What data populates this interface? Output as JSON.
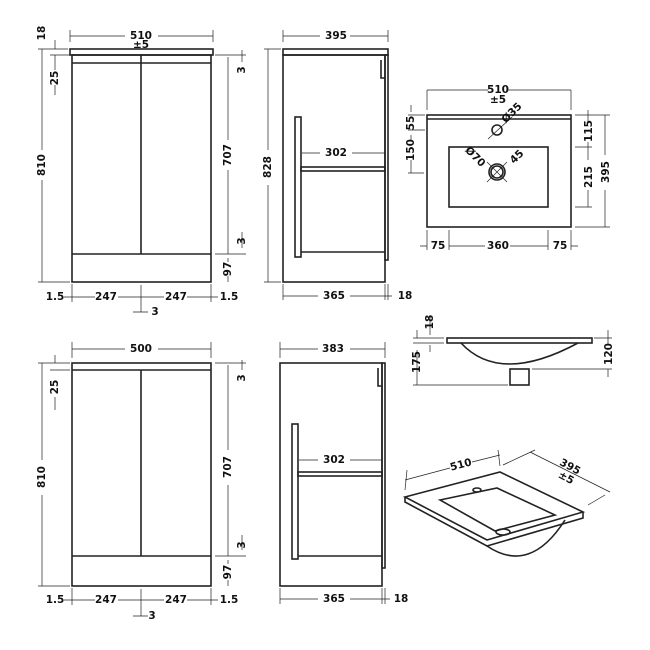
{
  "title": "Vanity unit with basin - technical dimension drawing",
  "units": "mm",
  "upper_front": {
    "width": "510",
    "tolerance": "±5",
    "top": "18",
    "rail": "25",
    "height": "810",
    "door": "707",
    "gap_top": "3",
    "gap_bottom": "3",
    "plinth": "97",
    "side_left": "1.5",
    "door_left": "247",
    "door_right": "247",
    "side_right": "1.5",
    "center_gap": "3"
  },
  "upper_side": {
    "depth": "395",
    "height": "828",
    "shelf": "302",
    "body_depth": "365",
    "back": "18"
  },
  "basin_top": {
    "width": "510",
    "tolerance": "±5",
    "tap_hole": "Ø35",
    "waste": "Ø70",
    "waste_inner": "45",
    "back_edge": "55",
    "to_bowl": "150",
    "front": "115",
    "bowl_depth": "215",
    "depth": "395",
    "left": "75",
    "bowl_width": "360",
    "right": "75"
  },
  "basin_side": {
    "thickness": "18",
    "total": "175",
    "bowl": "120"
  },
  "basin_iso": {
    "width": "510",
    "depth": "395",
    "tolerance": "±5"
  },
  "lower_front": {
    "width": "500",
    "rail": "25",
    "height": "810",
    "door": "707",
    "gap_top": "3",
    "gap_bottom": "3",
    "plinth": "97",
    "side_left": "1.5",
    "door_left": "247",
    "door_right": "247",
    "side_right": "1.5",
    "center_gap": "3"
  },
  "lower_side": {
    "depth": "383",
    "shelf": "302",
    "body_depth": "365",
    "back": "18"
  }
}
